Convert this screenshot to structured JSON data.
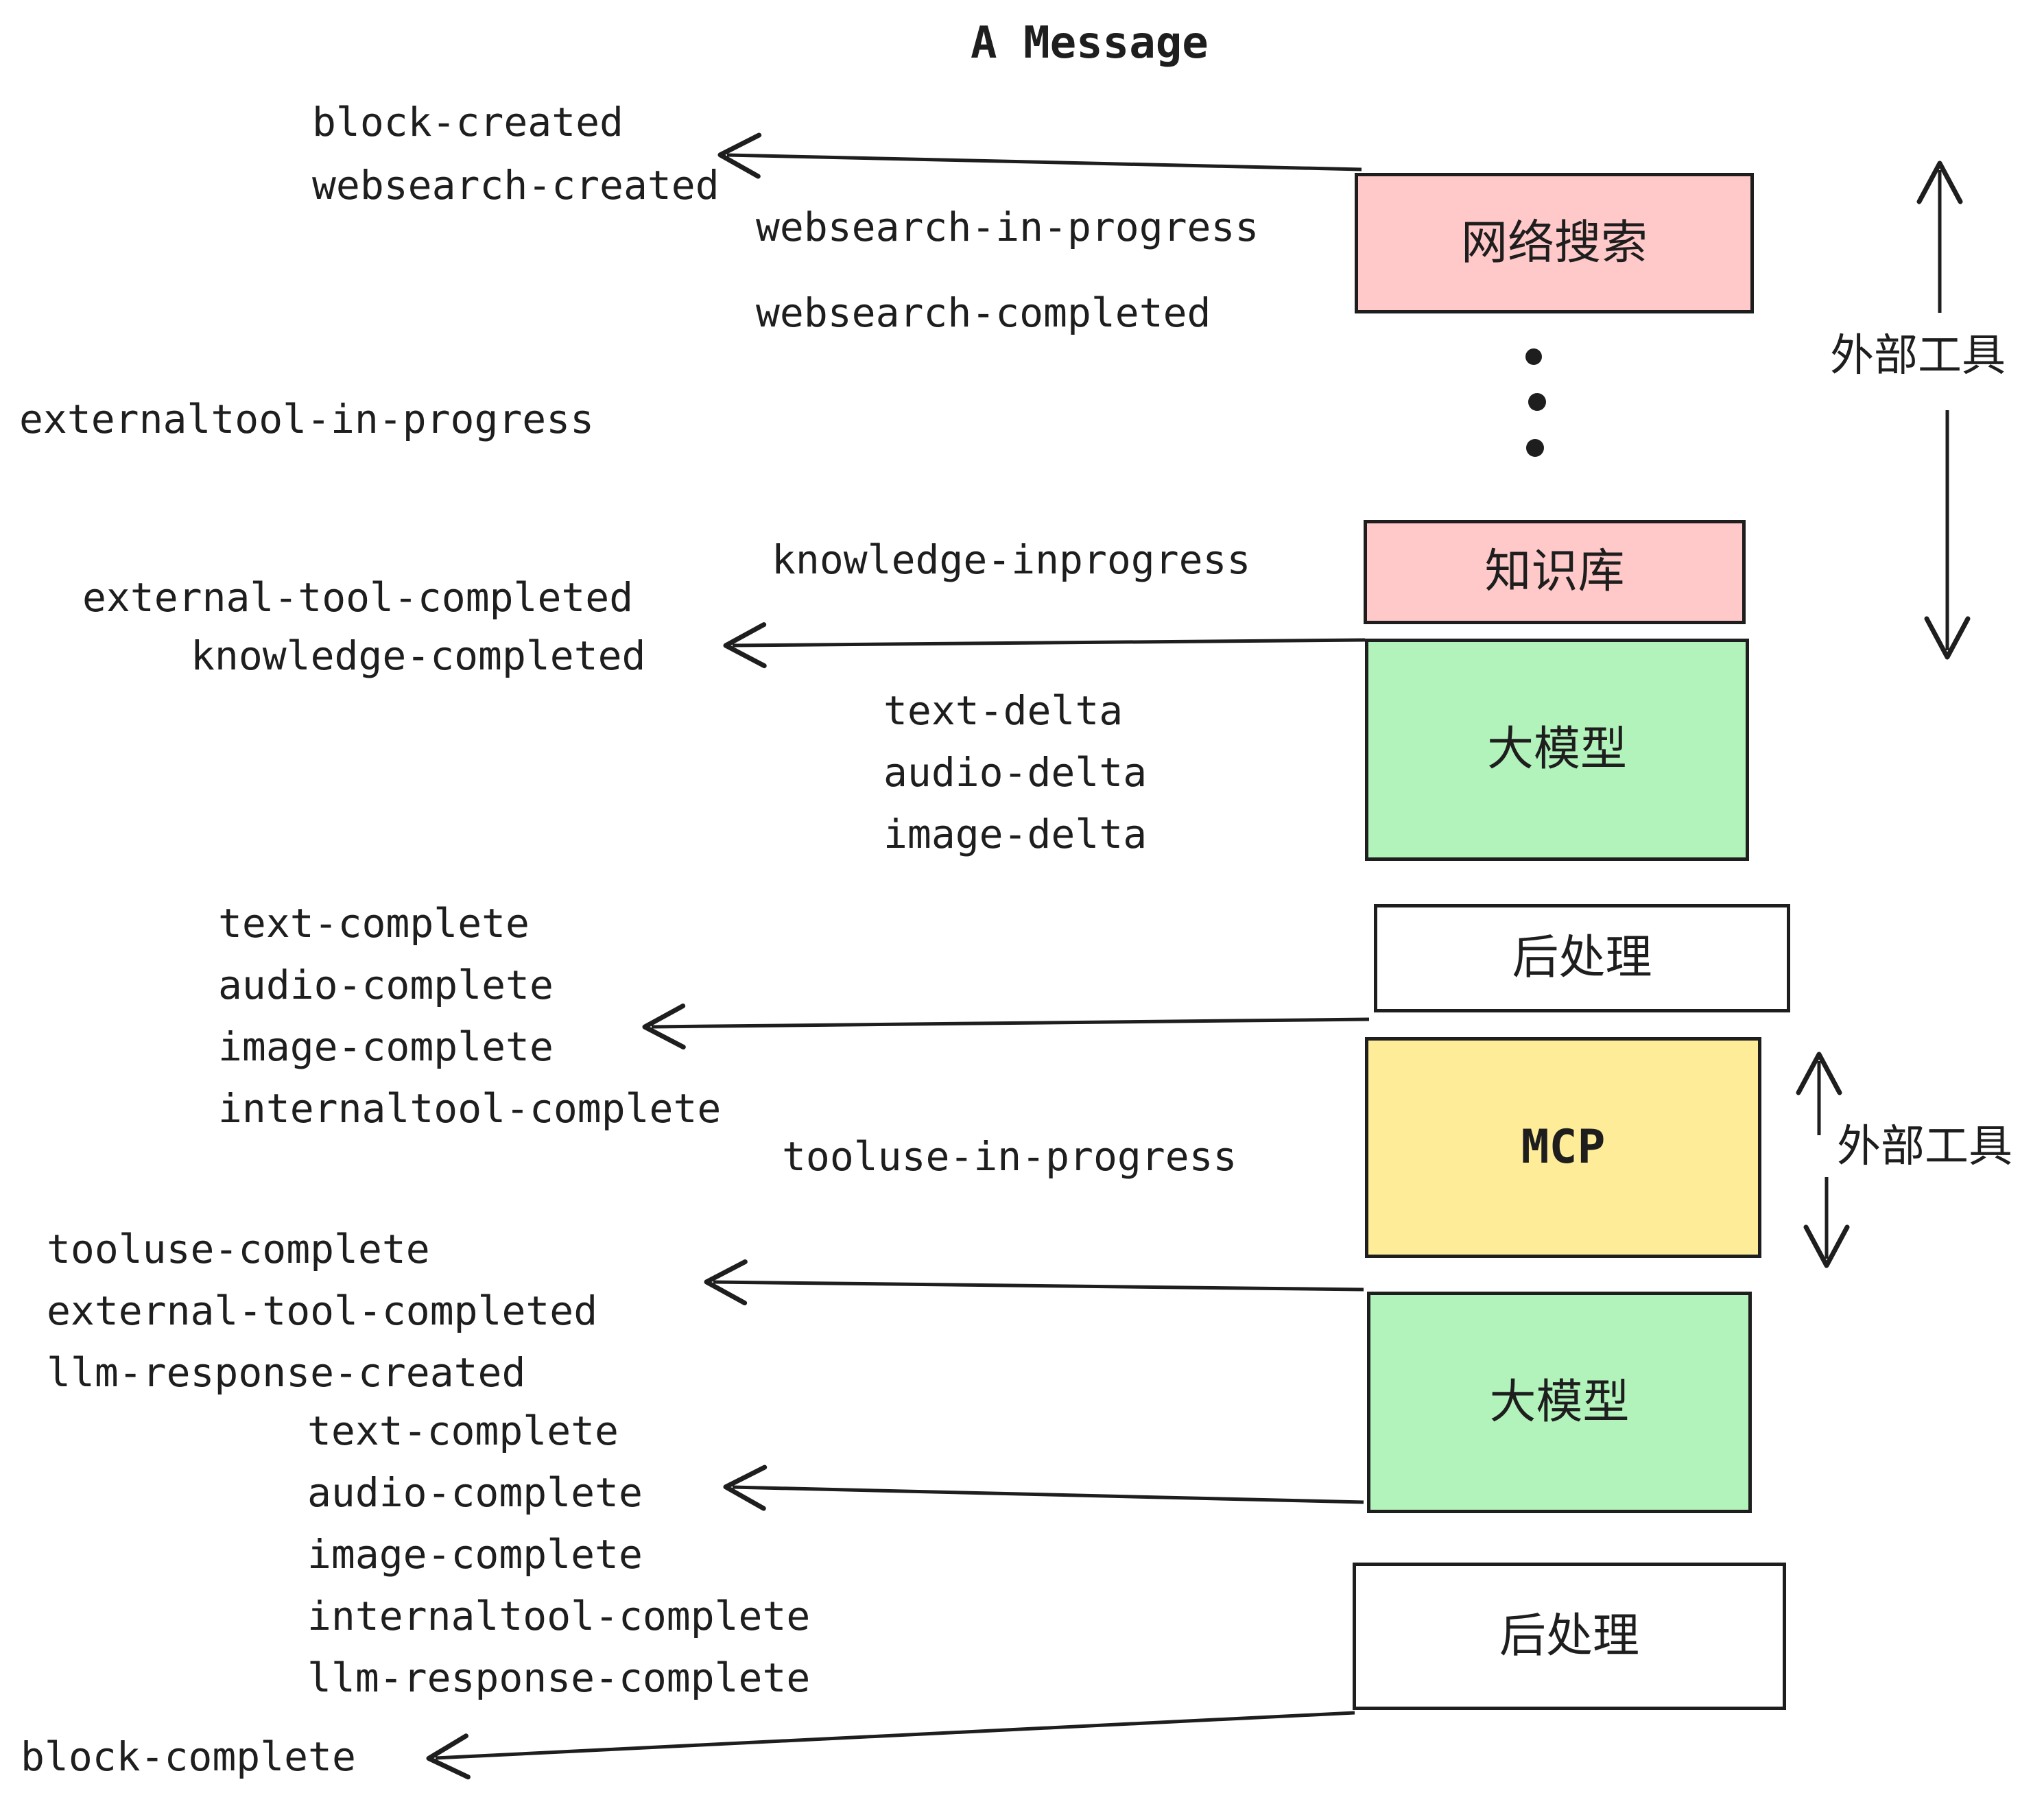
{
  "title": "A Message",
  "events": {
    "block_created": "block-created",
    "websearch_created": "websearch-created",
    "websearch_in_progress": "websearch-in-progress",
    "websearch_completed": "websearch-completed",
    "externaltool_in_progress": "externaltool-in-progress",
    "knowledge_inprogress": "knowledge-inprogress",
    "external_tool_completed_1": "external-tool-completed",
    "knowledge_completed": "knowledge-completed",
    "text_delta_1": "text-delta",
    "audio_delta_1": "audio-delta",
    "image_delta_1": "image-delta",
    "text_complete_1": "text-complete",
    "audio_complete_1": "audio-complete",
    "image_complete_1": "image-complete",
    "internaltool_complete_1": "internaltool-complete",
    "tooluse_in_progress": "tooluse-in-progress",
    "tooluse_complete": "tooluse-complete",
    "external_tool_completed_2": "external-tool-completed",
    "llm_response_created": "llm-response-created",
    "text_complete_2": "text-complete",
    "audio_complete_2": "audio-complete",
    "image_complete_2": "image-complete",
    "internaltool_complete_2": "internaltool-complete",
    "llm_response_complete": "llm-response-complete",
    "block_complete": "block-complete"
  },
  "nodes": {
    "websearch": "网络搜索",
    "knowledge": "知识库",
    "llm_1": "大模型",
    "post_1": "后处理",
    "mcp": "MCP",
    "llm_2": "大模型",
    "post_2": "后处理"
  },
  "annotations": {
    "external_tools_1": "外部工具",
    "external_tools_2": "外部工具"
  },
  "decorations": {
    "vertical_ellipsis_dot_count": 3
  },
  "colors": {
    "node_pink": "#ffc9c9",
    "node_green": "#b2f2bb",
    "node_yellow": "#ffec99",
    "node_white": "#ffffff",
    "stroke": "#1e1e1e",
    "background": "#ffffff"
  }
}
